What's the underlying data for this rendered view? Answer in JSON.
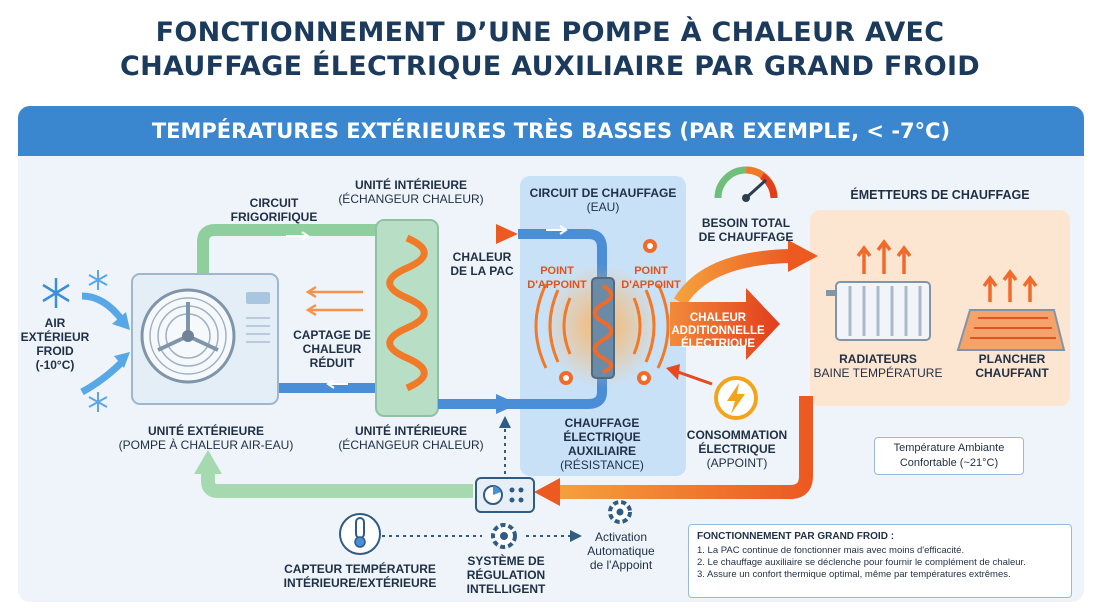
{
  "title": {
    "line1": "FONCTIONNEMENT D’UNE POMPE À CHALEUR AVEC",
    "line2": "CHAUFFAGE ÉLECTRIQUE AUXILIAIRE PAR GRAND FROID"
  },
  "banner": "TEMPÉRATURES EXTÉRIEURES TRÈS BASSES (PAR EXEMPLE, < -7°C)",
  "labels": {
    "air_line1": "AIR",
    "air_line2": "EXTÉRIEUR",
    "air_line3": "FROID",
    "air_temp": "(-10°C)",
    "circuit_frigo_line1": "CIRCUIT",
    "circuit_frigo_line2": "FRIGORIFIQUE",
    "unite_int_top": "UNITÉ INTÉRIEURE",
    "unite_int_top_sub": "(ÉCHANGEUR CHALEUR)",
    "captage_line1": "CAPTAGE DE",
    "captage_line2": "CHALEUR",
    "captage_line3": "RÉDUIT",
    "unite_ext": "UNITÉ EXTÉRIEURE",
    "unite_ext_sub": "(POMPE À CHALEUR AIR-EAU)",
    "unite_int_bottom": "UNITÉ INTÉRIEURE",
    "unite_int_bottom_sub": "(ÉCHANGEUR CHALEUR)",
    "circuit_chauffage": "CIRCUIT DE CHAUFFAGE",
    "circuit_chauffage_sub": "(EAU)",
    "chaleur_pac_line1": "CHALEUR",
    "chaleur_pac_line2": "DE LA PAC",
    "point_appoint_left_line1": "POINT",
    "point_appoint_left_line2": "D'APPOINT",
    "point_appoint_right_line1": "POINT",
    "point_appoint_right_line2": "D'APPOINT",
    "chauffage_aux_line1": "CHAUFFAGE",
    "chauffage_aux_line2": "ÉLECTRIQUE",
    "chauffage_aux_line3": "AUXILIAIRE",
    "chauffage_aux_sub": "(RÉSISTANCE)",
    "besoin_line1": "BESOIN TOTAL",
    "besoin_line2": "DE CHAUFFAGE",
    "chaleur_add_line1": "CHALEUR",
    "chaleur_add_line2": "ADDITIONNELLE",
    "chaleur_add_line3": "ÉLECTRIQUE",
    "consommation_line1": "CONSOMMATION",
    "consommation_line2": "ÉLECTRIQUE",
    "consommation_sub": "(APPOINT)",
    "emetteurs": "ÉMETTEURS DE CHAUFFAGE",
    "radiateurs": "RADIATEURS",
    "radiateurs_sub": "BAINE TEMPÉRATURE",
    "plancher_line1": "PLANCHER",
    "plancher_line2": "CHAUFFANT",
    "ambiante_line1": "Température Ambiante",
    "ambiante_line2": "Confortable (~21°C)",
    "capteur_line1": "CAPTEUR TEMPÉRATURE",
    "capteur_line2": "INTÉRIEURE/EXTÉRIEURE",
    "systeme_line1": "SYSTÈME DE",
    "systeme_line2": "RÉGULATION",
    "systeme_line3": "INTELLIGENT",
    "activation_line1": "Activation",
    "activation_line2": "Automatique",
    "activation_line3": "de l'Appoint"
  },
  "info": {
    "title": "FONCTIONNEMENT PAR GRAND FROID :",
    "items": [
      "1. La PAC continue de fonctionner mais avec moins d'efficacité.",
      "2. Le chauffage auxiliaire se déclenche pour fournir le complément de chaleur.",
      "3. Assure un confort thermique optimal, même par températures extrêmes."
    ]
  },
  "icons": {
    "snowflake": "snowflake-icon",
    "fan": "fan-icon",
    "gauge": "gauge-icon",
    "lightning": "lightning-icon",
    "thermometer": "thermometer-icon",
    "gear": "gear-icon",
    "controller": "controller-icon",
    "heat_waves": "heat-waves-icon",
    "location_pin": "location-pin-icon"
  },
  "colors": {
    "title": "#1b3a5c",
    "banner": "#3a86cf",
    "refrigerant_pipe": "#8fcf9e",
    "hot_pipe": "#f07a28",
    "cold_pipe": "#4a8ed8",
    "heating_zone": "#c9e1f7",
    "emitters_zone": "#fde6d1",
    "electric_arrow": "#e84a1e"
  }
}
